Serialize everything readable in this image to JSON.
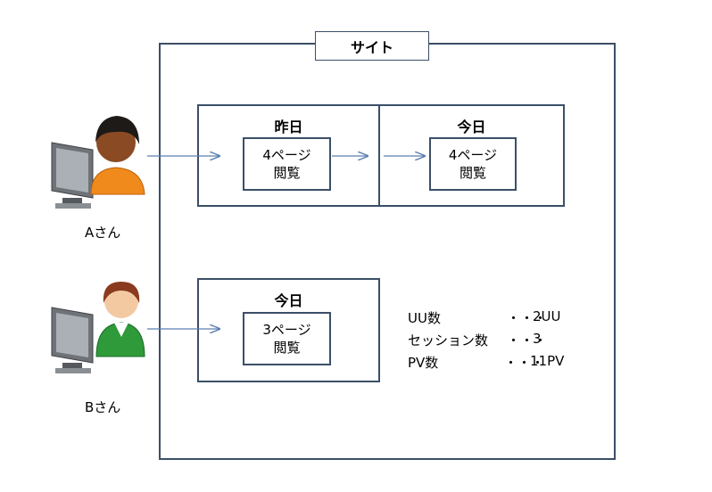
{
  "site": {
    "title": "サイト"
  },
  "userA": {
    "name": "Aさん",
    "yesterday": {
      "label": "昨日",
      "pages": "4ページ",
      "action": "閲覧"
    },
    "today": {
      "label": "今日",
      "pages": "4ページ",
      "action": "閲覧"
    }
  },
  "userB": {
    "name": "Bさん",
    "today": {
      "label": "今日",
      "pages": "3ページ",
      "action": "閲覧"
    }
  },
  "stats": [
    {
      "label": "UU数",
      "dots": "・・・",
      "value": "2UU"
    },
    {
      "label": "セッション数",
      "dots": "・・・",
      "value": "3"
    },
    {
      "label": "PV数",
      "dots": "・・・",
      "value": "11PV"
    }
  ],
  "colors": {
    "border": "#3b4f67",
    "arrow": "#5b7fb2",
    "userA_shirt": "#f08a1c",
    "userB_shirt": "#2e9a3a"
  }
}
